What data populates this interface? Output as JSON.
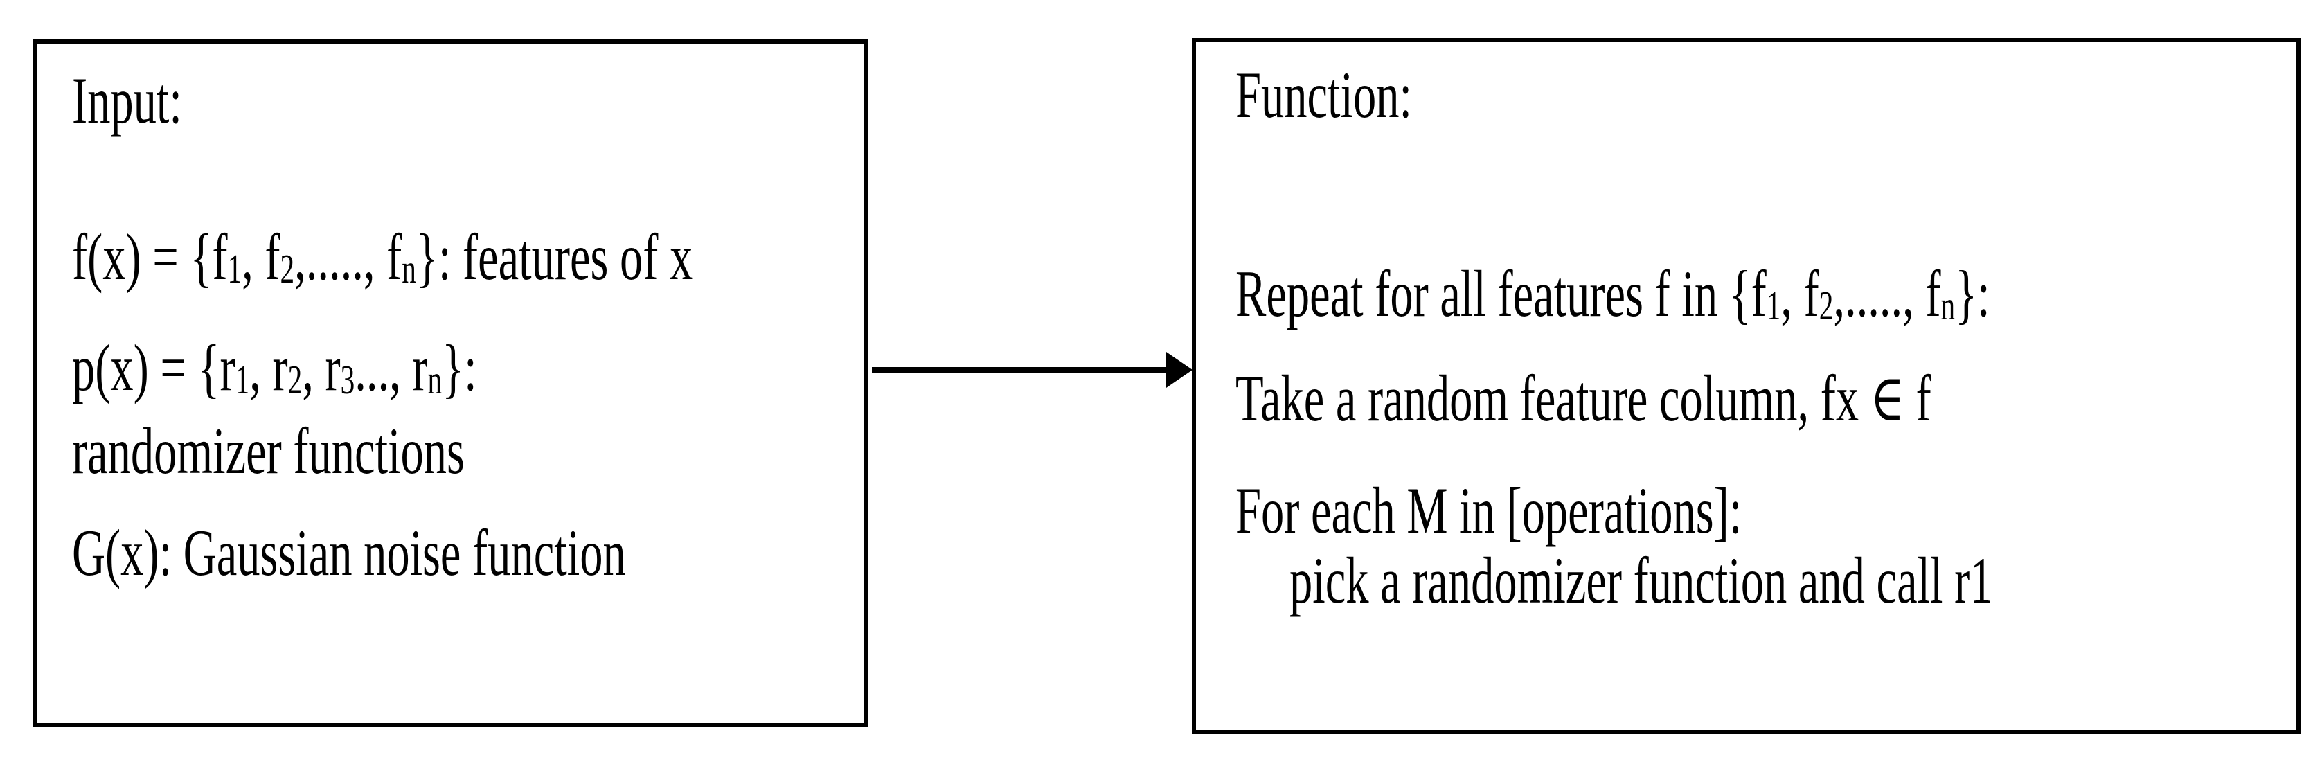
{
  "diagram": {
    "background_color": "#ffffff",
    "border_color": "#000000",
    "text_color": "#000000",
    "arrow": {
      "direction": "right",
      "from": "input-box",
      "to": "function-box"
    },
    "input_box": {
      "title": "Input:",
      "features_line": [
        {
          "t": "f(x) = {f"
        },
        {
          "t": "1",
          "sub": true
        },
        {
          "t": ", f"
        },
        {
          "t": "2",
          "sub": true
        },
        {
          "t": ",....., f"
        },
        {
          "t": "n",
          "sub": true
        },
        {
          "t": "}: features of x"
        }
      ],
      "randomizers_line": [
        {
          "t": "p(x) = {r"
        },
        {
          "t": "1",
          "sub": true
        },
        {
          "t": ", r"
        },
        {
          "t": "2",
          "sub": true
        },
        {
          "t": ", r"
        },
        {
          "t": "3",
          "sub": true
        },
        {
          "t": "..., r"
        },
        {
          "t": "n",
          "sub": true
        },
        {
          "t": "}:"
        }
      ],
      "randomizers_line2": "randomizer functions",
      "gaussian_line": "G(x): Gaussian noise function"
    },
    "function_box": {
      "title": "Function:",
      "repeat_line": [
        {
          "t": "Repeat for all features f in {f"
        },
        {
          "t": "1",
          "sub": true
        },
        {
          "t": ", f"
        },
        {
          "t": "2",
          "sub": true
        },
        {
          "t": ",....., f"
        },
        {
          "t": "n",
          "sub": true
        },
        {
          "t": "}:"
        }
      ],
      "take_line": "Take a random feature column, fx ∈ f",
      "for_line": "For each M in [operations]:",
      "pick_line": "pick a randomizer function and call r1"
    }
  }
}
